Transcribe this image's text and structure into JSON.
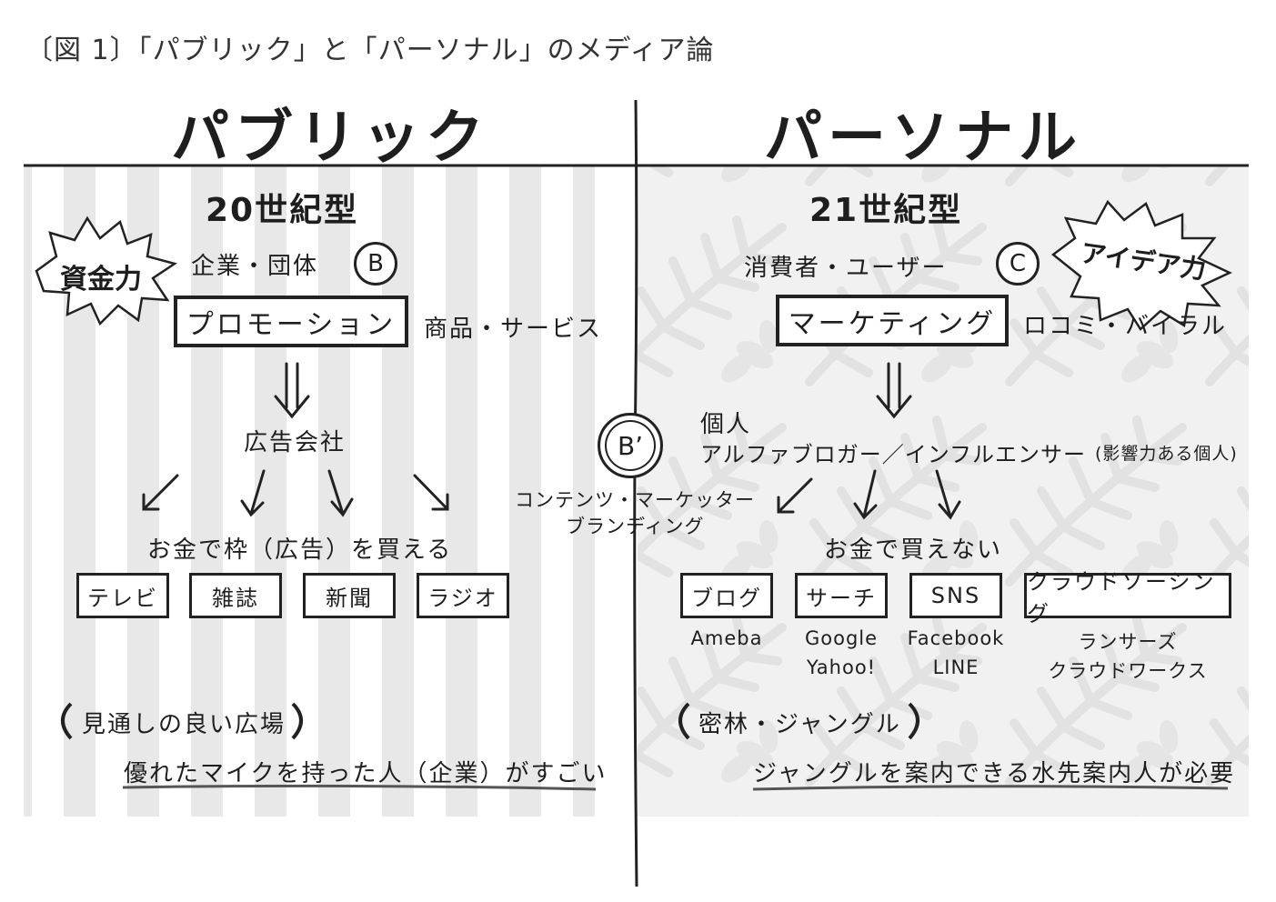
{
  "caption": "〔図 1〕「パブリック」と「パーソナル」のメディア論",
  "left": {
    "heading": "パブリック",
    "era": "20世紀型",
    "burst": "資金力",
    "actor": "企業・団体",
    "actor_mark": "B",
    "main_box": "プロモーション",
    "side_label": "商品・サービス",
    "intermediary": "広告会社",
    "flow_label": "お金で枠（広告）を買える",
    "media": [
      "テレビ",
      "雑誌",
      "新聞",
      "ラジオ"
    ],
    "metaphor": "見通しの良い広場",
    "conclusion": "優れたマイクを持った人（企業）がすごい"
  },
  "middle": {
    "mark": "B’",
    "line1": "コンテンツ・マーケッター",
    "line2": "ブランディング"
  },
  "right": {
    "heading": "パーソナル",
    "era": "21世紀型",
    "burst": "アイデア力",
    "actor": "消費者・ユーザー",
    "actor_mark": "C",
    "main_box": "マーケティング",
    "side_label": "ロコミ・バイラル",
    "intermediary_1": "個人",
    "intermediary_2": "アルファブロガー／インフルエンサー",
    "intermediary_note": "(影響力ある個人)",
    "flow_label": "お金で買えない",
    "media": [
      {
        "label": "ブログ",
        "sub": [
          "Ameba"
        ]
      },
      {
        "label": "サーチ",
        "sub": [
          "Google",
          "Yahoo!"
        ]
      },
      {
        "label": "SNS",
        "sub": [
          "Facebook",
          "LINE"
        ]
      },
      {
        "label": "クラウドソーシング",
        "sub": [
          "ランサーズ",
          "クラウドワークス"
        ]
      }
    ],
    "metaphor": "密林・ジャングル",
    "conclusion": "ジャングルを案内できる水先案内人が必要"
  }
}
